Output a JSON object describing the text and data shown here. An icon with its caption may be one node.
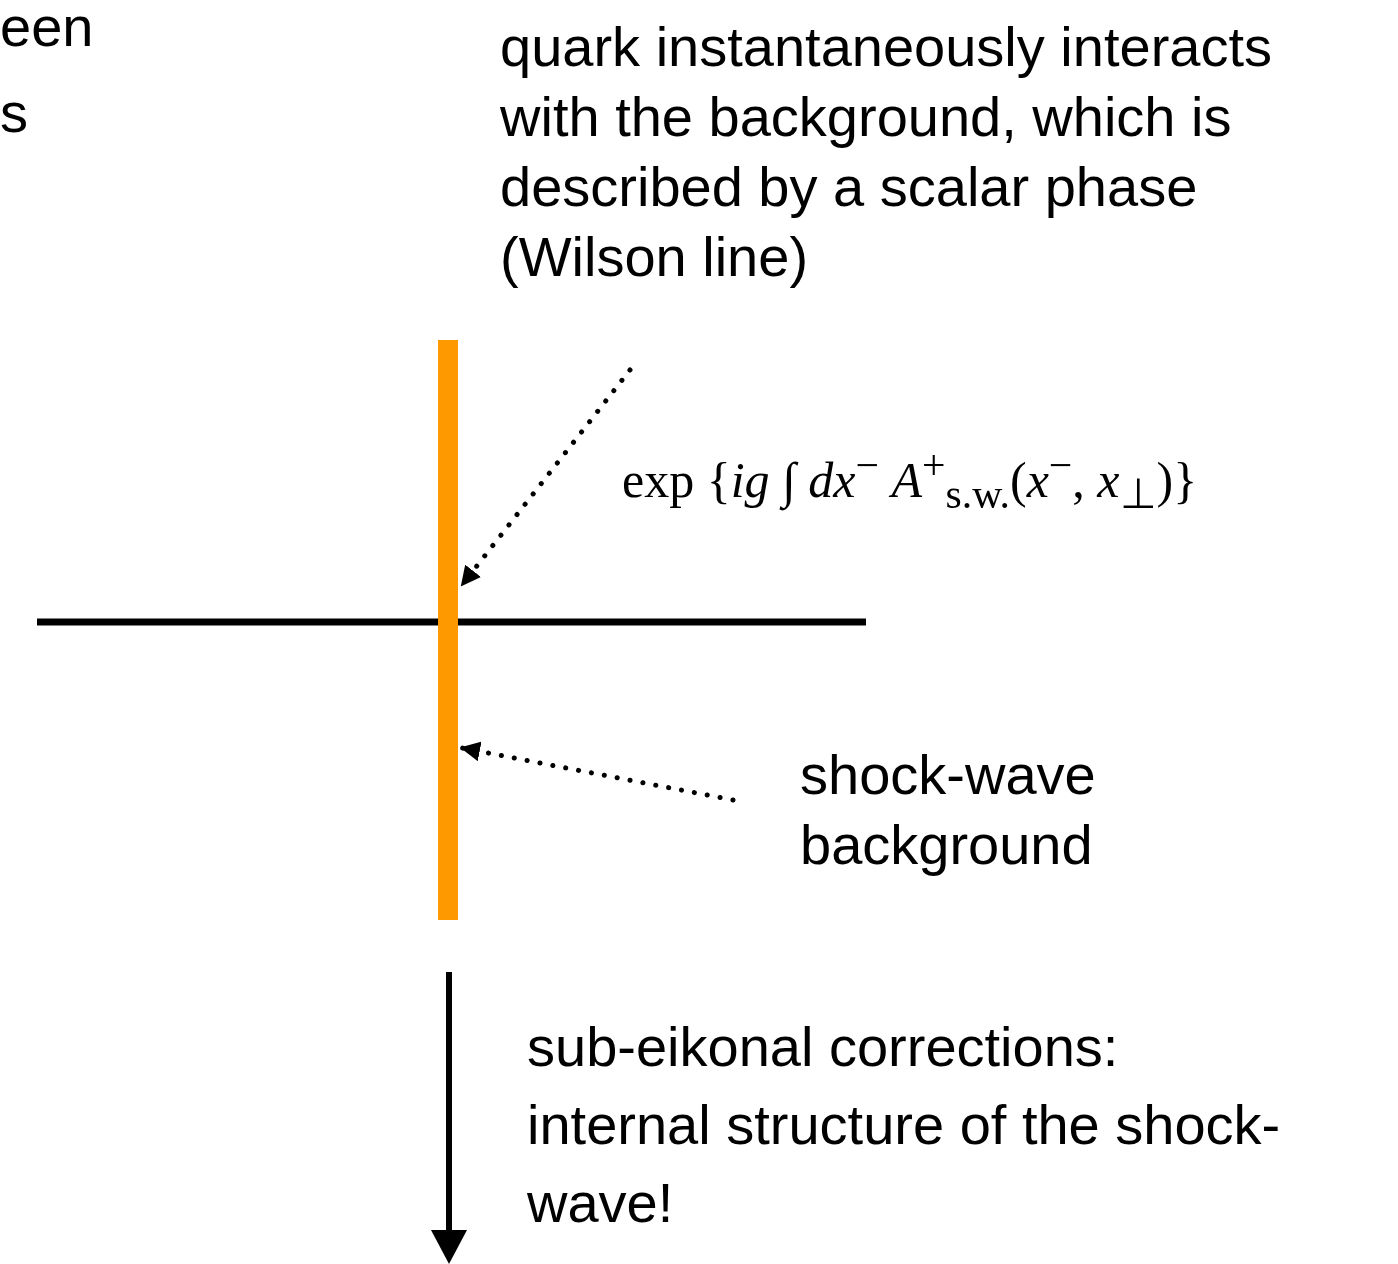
{
  "diagram": {
    "nodes": [
      {
        "text": [
          "exp {*ig* ∫ *dx*$^{−}$ *A*$^{+}$$_{s.w.}$(*x*$^{−}$, *x*$_{⊥}$)}"
        ]
      },
      {
        "text": [],
        "shape": "bar"
      },
      {
        "text": [
          "shock-wave background"
        ]
      }
    ],
    "edges": [
      {
        "from": 0,
        "to": 1,
        "arrow": "to",
        "style": "dashed"
      },
      {
        "from": 2,
        "to": 1,
        "arrow": "to",
        "style": "dashed"
      }
    ],
    "labels": [
      "een",
      "s",
      "quark instantaneously interacts with the background, which is described by a scalar phase (Wilson line)",
      "sub-eikonal corrections: internal structure of the shock-wave!"
    ]
  }
}
